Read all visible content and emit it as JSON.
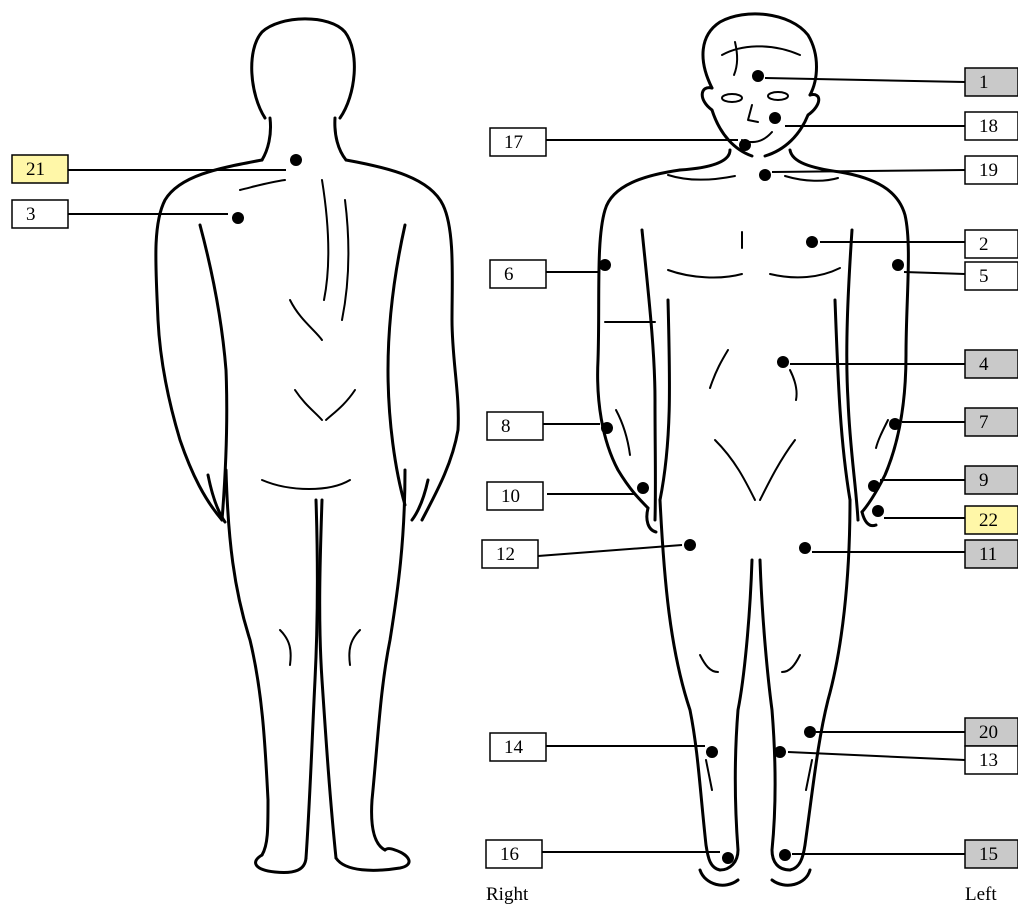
{
  "side_labels": {
    "right": "Right",
    "left": "Left"
  },
  "colors": {
    "plain": "#ffffff",
    "grey": "#c9c9c9",
    "yellow": "#fff7a8",
    "ink": "#000000"
  },
  "labels": [
    {
      "id": "21",
      "text": "21",
      "color": "yellow"
    },
    {
      "id": "3",
      "text": "3",
      "color": "plain"
    },
    {
      "id": "1",
      "text": "1",
      "color": "grey"
    },
    {
      "id": "17",
      "text": "17",
      "color": "plain"
    },
    {
      "id": "18",
      "text": "18",
      "color": "plain"
    },
    {
      "id": "19",
      "text": "19",
      "color": "plain"
    },
    {
      "id": "2",
      "text": "2",
      "color": "plain"
    },
    {
      "id": "6",
      "text": "6",
      "color": "plain"
    },
    {
      "id": "5",
      "text": "5",
      "color": "plain"
    },
    {
      "id": "4",
      "text": "4",
      "color": "grey"
    },
    {
      "id": "8",
      "text": "8",
      "color": "plain"
    },
    {
      "id": "7",
      "text": "7",
      "color": "grey"
    },
    {
      "id": "10",
      "text": "10",
      "color": "plain"
    },
    {
      "id": "9",
      "text": "9",
      "color": "grey"
    },
    {
      "id": "22",
      "text": "22",
      "color": "yellow"
    },
    {
      "id": "12",
      "text": "12",
      "color": "plain"
    },
    {
      "id": "11",
      "text": "11",
      "color": "grey"
    },
    {
      "id": "14",
      "text": "14",
      "color": "plain"
    },
    {
      "id": "20",
      "text": "20",
      "color": "grey"
    },
    {
      "id": "13",
      "text": "13",
      "color": "plain"
    },
    {
      "id": "16",
      "text": "16",
      "color": "plain"
    },
    {
      "id": "15",
      "text": "15",
      "color": "grey"
    }
  ]
}
